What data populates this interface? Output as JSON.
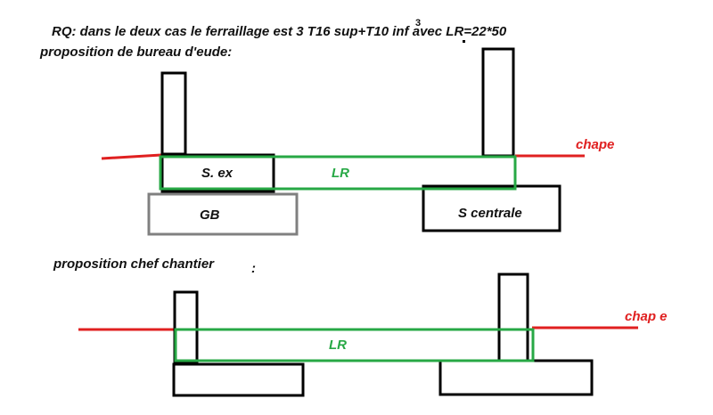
{
  "note_line": "RQ: dans le deux cas le ferraillage est 3 T16 sup+T10 inf avec LR=22*50",
  "stray_mark": "3",
  "diagram1": {
    "title": "proposition de bureau d'eude:",
    "label_sex": "S. ex",
    "label_lr": "LR",
    "label_gb": "GB",
    "label_scentrale": "S centrale",
    "label_chape": "chape"
  },
  "diagram2": {
    "title": "proposition chef chantier",
    "title_suffix": ":",
    "label_lr": "LR",
    "label_chape": "chap e"
  },
  "colors": {
    "structure": "#000000",
    "beam_lr": "#27a845",
    "chape": "#e02020",
    "gb": "#808080",
    "lr_text": "#27a845",
    "chape_text": "#e02020"
  }
}
